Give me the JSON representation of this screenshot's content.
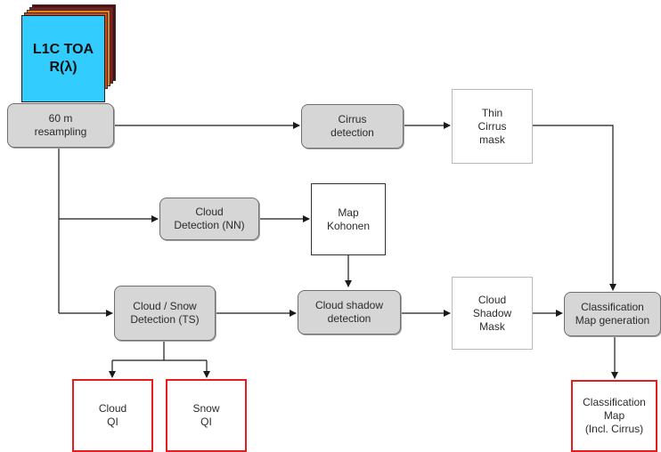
{
  "input_stack": {
    "label": "L1C TOA\nR(λ)",
    "layer_colors": [
      "#5a0a0a",
      "#8b1a1a",
      "#e87f10",
      "#d14b1a"
    ]
  },
  "nodes": {
    "resampling": "60 m\nresampling",
    "cirrus_detection": "Cirrus\ndetection",
    "thin_cirrus_mask": "Thin\nCirrus\nmask",
    "cloud_detection_nn": "Cloud\nDetection (NN)",
    "map_kohonen": "Map\nKohonen",
    "cloud_snow_detection": "Cloud / Snow\nDetection (TS)",
    "cloud_shadow_detection": "Cloud shadow\ndetection",
    "cloud_shadow_mask": "Cloud\nShadow\nMask",
    "classification_map_generation": "Classification\nMap generation",
    "cloud_qi": "Cloud\nQI",
    "snow_qi": "Snow\nQI",
    "classification_map": "Classification\nMap\n(Incl. Cirrus)"
  },
  "colors": {
    "input_fill": "#33ccff",
    "process_fill": "#d6d6d6",
    "output_border": "#e41e1e",
    "connector": "#1a1a1a"
  }
}
